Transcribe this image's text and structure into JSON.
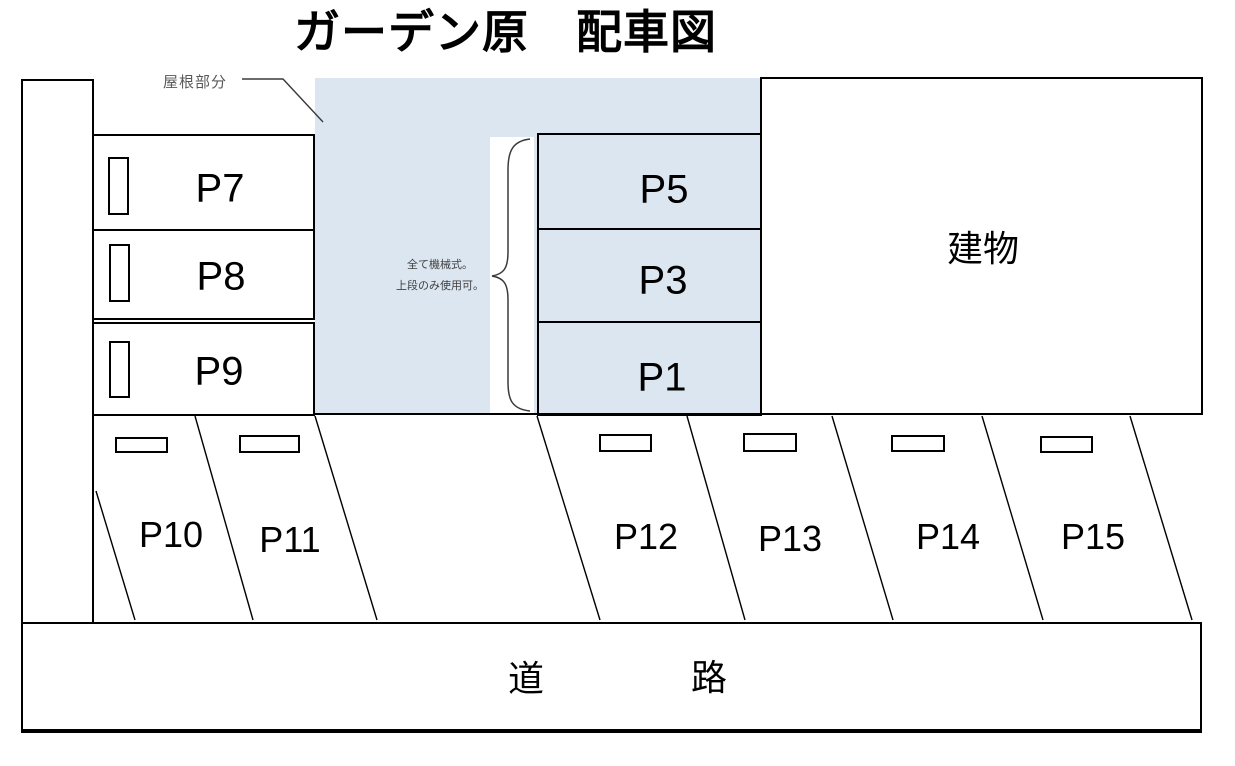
{
  "title": "ガーデン原　配車図",
  "roof": {
    "label": "屋根部分"
  },
  "note": {
    "line1": "全て機械式。",
    "line2": "上段のみ使用可。"
  },
  "building": {
    "label": "建物"
  },
  "road": {
    "char1": "道",
    "char2": "路"
  },
  "covered_spots": [
    {
      "id": "P7"
    },
    {
      "id": "P8"
    },
    {
      "id": "P9"
    }
  ],
  "mechanical_spots": [
    {
      "id": "P5"
    },
    {
      "id": "P3"
    },
    {
      "id": "P1"
    }
  ],
  "angled_spots": [
    {
      "id": "P10"
    },
    {
      "id": "P11"
    },
    {
      "id": "P12"
    },
    {
      "id": "P13"
    },
    {
      "id": "P14"
    },
    {
      "id": "P15"
    }
  ],
  "colors": {
    "roof_fill": "#dce6f1",
    "outline": "#000000",
    "note_text": "#3f3f3f",
    "roof_label_text": "#595959"
  }
}
